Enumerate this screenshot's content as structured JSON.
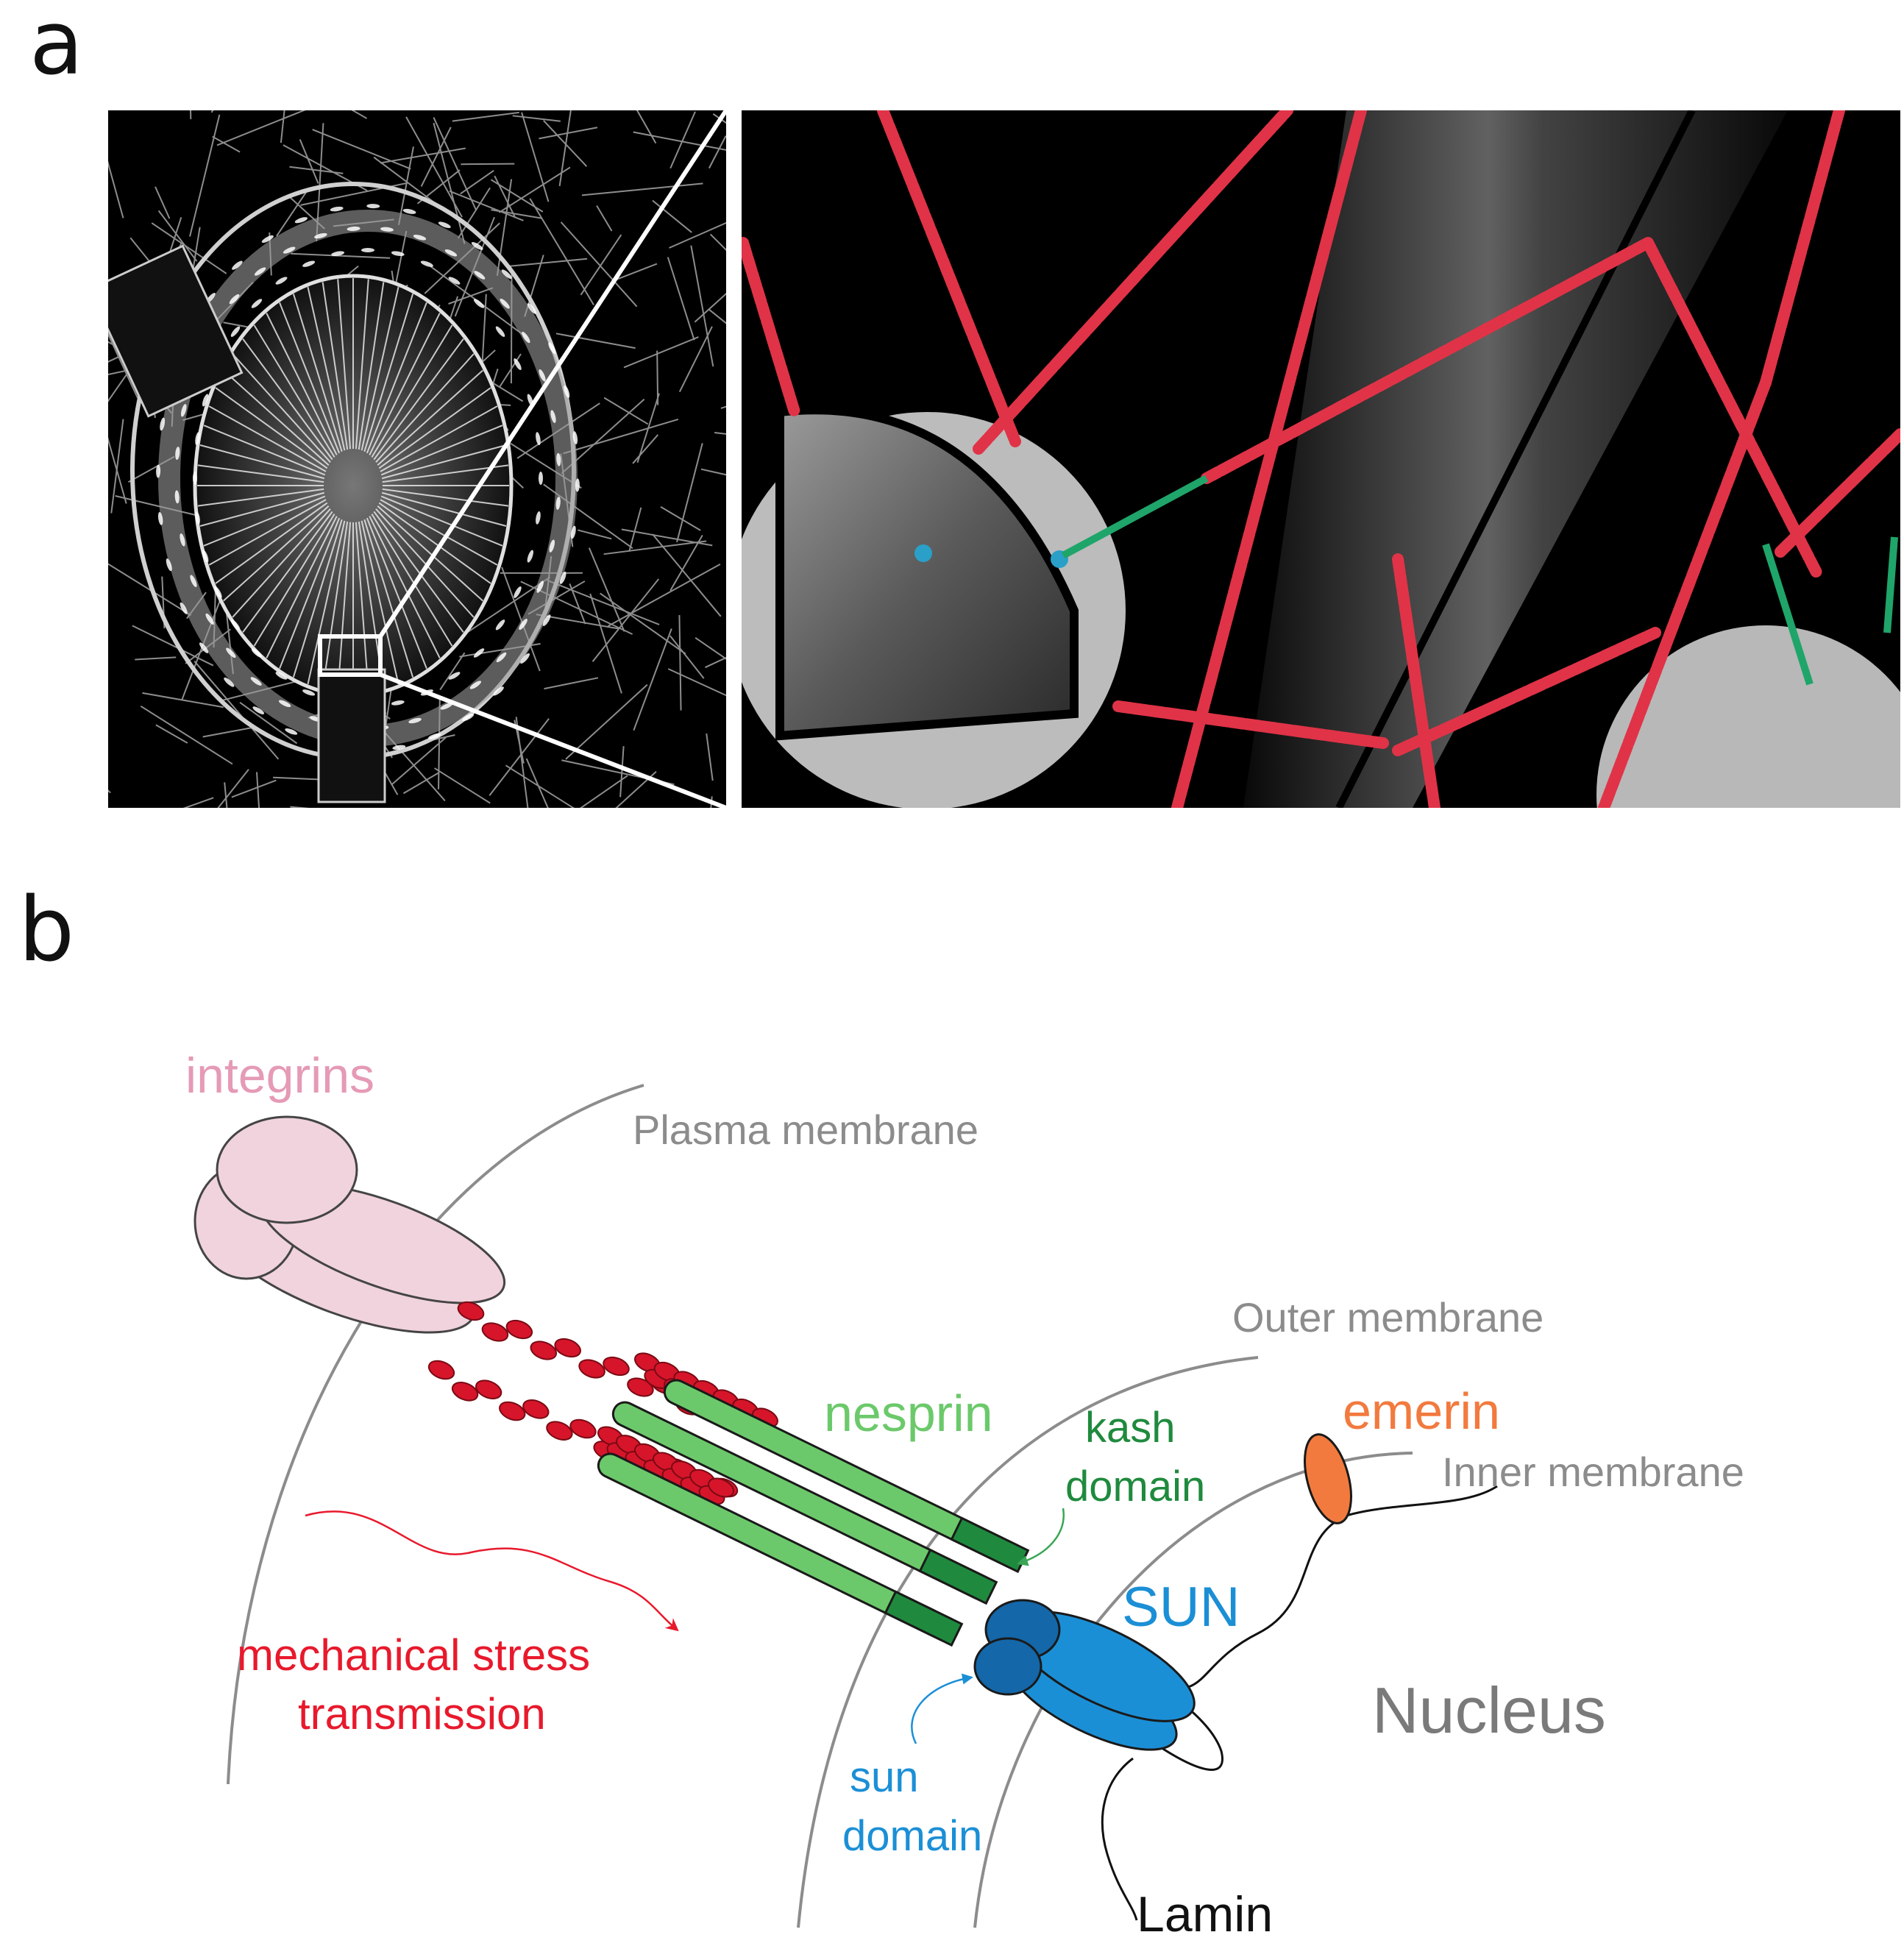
{
  "panels": {
    "a": {
      "letter": "a"
    },
    "b": {
      "letter": "b"
    }
  },
  "labels": {
    "integrins": "integrins",
    "plasma_membrane": "Plasma membrane",
    "outer_membrane": "Outer membrane",
    "nesprin": "nesprin",
    "kash_line1": "kash",
    "kash_line2": "domain",
    "emerin": "emerin",
    "inner_membrane": "Inner membrane",
    "sun": "SUN",
    "nucleus": "Nucleus",
    "mech_line1": "mechanical stress",
    "mech_line2": "transmission",
    "sun_domain_line1": "sun",
    "sun_domain_line2": "domain",
    "lamin": "Lamin"
  },
  "colors": {
    "integrin": "#f0d3dc",
    "integrin_label": "#e59ab6",
    "actin": "#d6152a",
    "nesprin": "#6cc96b",
    "kash": "#1f8a3d",
    "sun": "#1b8fd6",
    "sun_dark": "#1467a8",
    "emerin": "#f27a3e",
    "membrane": "#8c8c8c",
    "stress": "#e8192c",
    "filament_red": "#e03347",
    "filament_green": "#1fa56a",
    "micrograph_bg": "#000000"
  },
  "icons": {
    "stress_arrow": "wavy-arrow-icon",
    "kash_pointer": "curved-arrow-icon",
    "sun_pointer": "curved-arrow-icon"
  }
}
